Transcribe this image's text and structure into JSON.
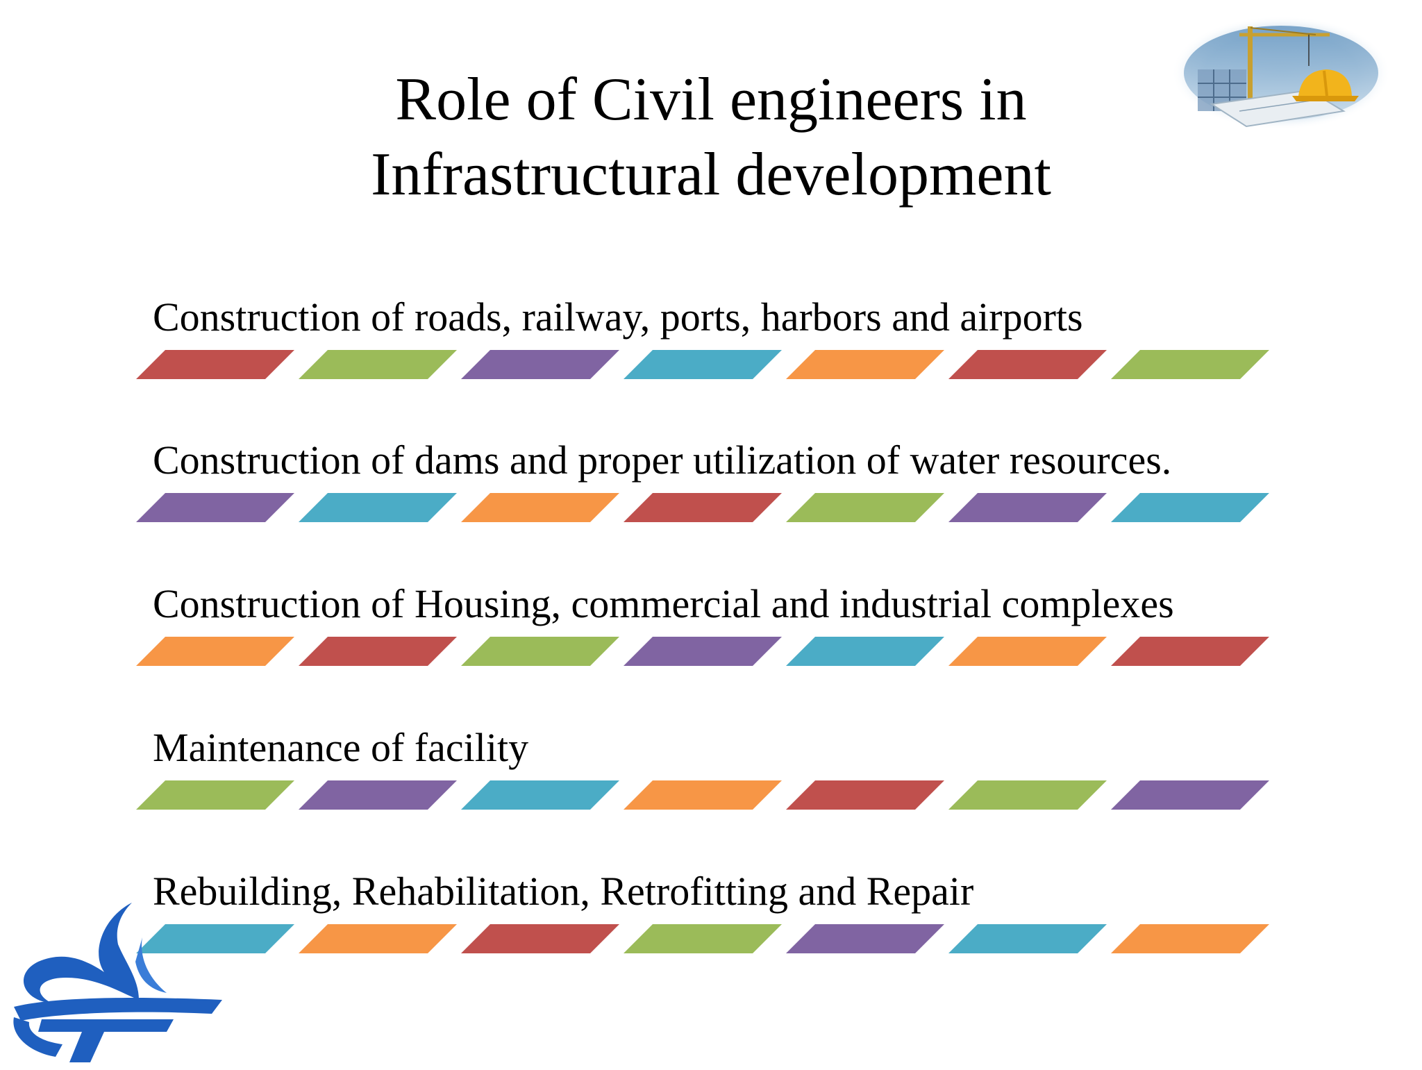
{
  "title": {
    "line1": "Role of Civil engineers in",
    "line2": "Infrastructural development"
  },
  "colors": {
    "red": "#C0504D",
    "green": "#9BBB59",
    "purple": "#8064A2",
    "blue": "#4BACC6",
    "orange": "#F79646",
    "logo_blue": "#1F5FBF"
  },
  "items": [
    {
      "text": "Construction of roads, railway, ports, harbors and airports",
      "bars": [
        "red",
        "green",
        "purple",
        "blue",
        "orange",
        "red",
        "green"
      ]
    },
    {
      "text": "Construction of dams and proper utilization of water resources.",
      "bars": [
        "purple",
        "blue",
        "orange",
        "red",
        "green",
        "purple",
        "blue"
      ]
    },
    {
      "text": "Construction of Housing, commercial and industrial complexes",
      "bars": [
        "orange",
        "red",
        "green",
        "purple",
        "blue",
        "orange",
        "red"
      ]
    },
    {
      "text": "Maintenance of facility",
      "bars": [
        "green",
        "purple",
        "blue",
        "orange",
        "red",
        "green",
        "purple"
      ]
    },
    {
      "text": "Rebuilding, Rehabilitation, Retrofitting and Repair",
      "bars": [
        "blue",
        "orange",
        "red",
        "green",
        "purple",
        "blue",
        "orange"
      ]
    }
  ],
  "icons": {
    "corner_image": "construction-crane-hardhat-icon",
    "logo": "blue-swirl-logo-icon"
  }
}
